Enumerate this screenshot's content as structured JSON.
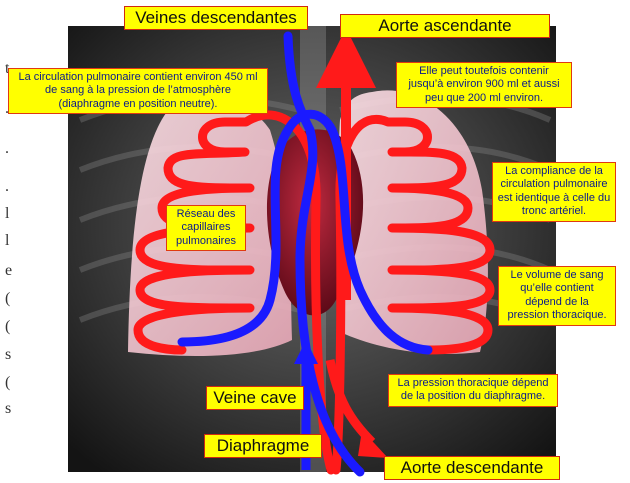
{
  "labels": {
    "veines_descendantes": "Veines descendantes",
    "aorte_ascendante": "Aorte ascendante",
    "circulation_pulmonaire": "La circulation pulmonaire contient environ 450 ml de sang à la pression de l’atmosphère (diaphragme en position neutre).",
    "contenance": "Elle peut toutefois contenir jusqu’à environ 900 ml et aussi peu que 200 ml environ.",
    "compliance": "La compliance de la circulation pulmonaire est identique à celle du tronc artériel.",
    "reseau_capillaires": "Réseau des capillaires pulmonaires",
    "volume_sang": "Le volume de sang qu’elle contient dépend de la pression thoracique.",
    "veine_cave": "Veine cave",
    "pression_thoracique": "La pression thoracique dépend de la position du diaphragme.",
    "diaphragme": "Diaphragme",
    "aorte_descendante": "Aorte descendante"
  },
  "colors": {
    "label_background": "#ffff00",
    "label_border": "#e03a10",
    "label_text": "#0a1a8c",
    "artery": "#ff1a1a",
    "vein": "#1a1aff",
    "lung_fill": "#f6c8d2",
    "heart": "#8e1426",
    "xray_background": "#3a3a3a"
  },
  "icons": [
    "chest-xray-image",
    "lungs-image",
    "heart-image"
  ]
}
